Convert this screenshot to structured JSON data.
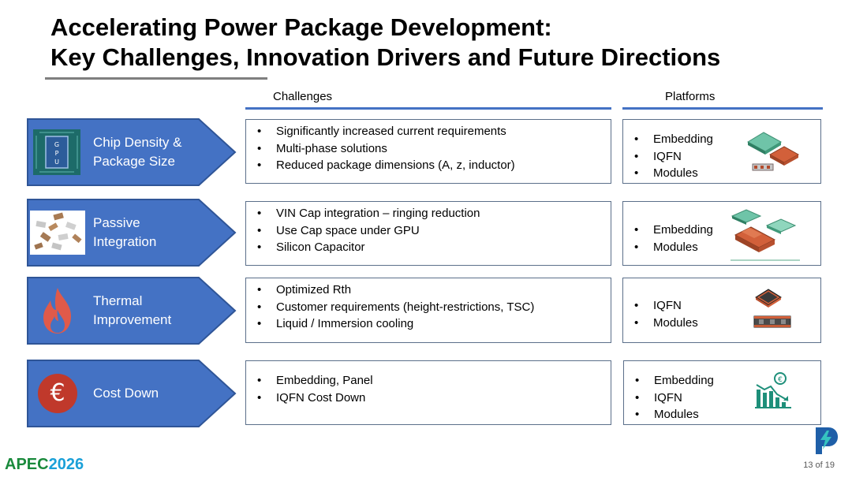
{
  "title": {
    "line1": "Accelerating Power Package Development:",
    "line2": "Key Challenges, Innovation Drivers and Future Directions"
  },
  "columns": {
    "challenges": "Challenges",
    "platforms": "Platforms"
  },
  "colors": {
    "arrow_fill": "#4472c4",
    "arrow_stroke": "#2f5597",
    "rule_blue": "#4472c4",
    "euro_red": "#c0392b",
    "flame_red": "#e05a4a"
  },
  "rows": [
    {
      "label_lines": [
        "Chip Density &",
        "Package Size"
      ],
      "icon": "gpu-chip-icon",
      "challenges": [
        "Significantly increased current requirements",
        "Multi-phase solutions",
        "Reduced package dimensions (A, z, inductor)"
      ],
      "platforms": [
        "Embedding",
        "IQFN",
        "Modules"
      ],
      "platform_image": "package-boards-icon"
    },
    {
      "label_lines": [
        "Passive",
        "Integration"
      ],
      "icon": "capacitors-icon",
      "challenges": [
        "VIN Cap integration – ringing reduction",
        "Use Cap space under GPU",
        "Silicon Capacitor"
      ],
      "platforms": [
        "Embedding",
        "Modules"
      ],
      "platform_image": "embedded-modules-icon"
    },
    {
      "label_lines": [
        "Thermal",
        "Improvement"
      ],
      "icon": "flame-icon",
      "challenges": [
        "Optimized Rth",
        "Customer requirements (height-restrictions, TSC)",
        "Liquid / Immersion cooling"
      ],
      "platforms": [
        "IQFN",
        "Modules"
      ],
      "platform_image": "iqfn-module-icon"
    },
    {
      "label_lines": [
        "Cost Down"
      ],
      "icon": "euro-icon",
      "icon_text": "€",
      "challenges": [
        "Embedding, Panel",
        "IQFN Cost Down"
      ],
      "platforms": [
        "Embedding",
        "IQFN",
        "Modules"
      ],
      "platform_image": "cost-down-chart-icon"
    }
  ],
  "gpu_letters": [
    "G",
    "P",
    "U"
  ],
  "footer": {
    "logo_part1": "APEC",
    "logo_part2": "2026",
    "page": "13 of 19"
  }
}
